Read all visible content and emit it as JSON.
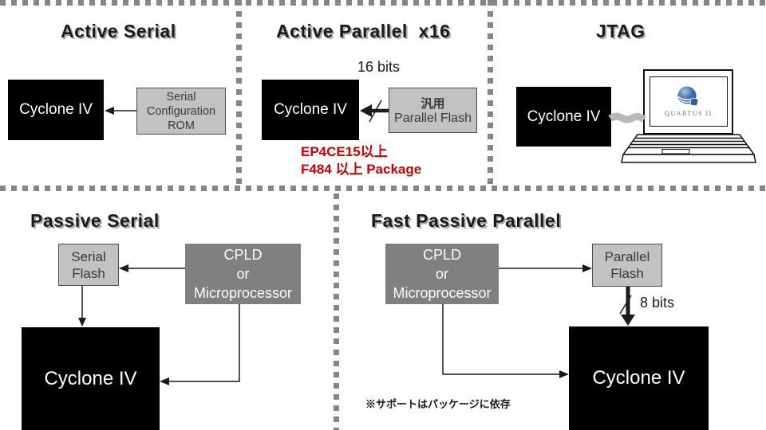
{
  "slide": {
    "topic": "Cyclone IV configuration modes"
  },
  "colors": {
    "box_black": "#000000",
    "box_light_gray": "#c2c2c2",
    "box_dark_gray": "#808080",
    "note_red": "#cc0000",
    "dash_gray": "#868686"
  },
  "sections": {
    "active_serial": {
      "title": "Active Serial",
      "fpga_label": "Cyclone IV",
      "rom_lines": [
        "Serial",
        "Configuration",
        "ROM"
      ]
    },
    "active_parallel_x16": {
      "title": "Active Parallel  x16",
      "bus_width_label": "16 bits",
      "fpga_label": "Cyclone IV",
      "flash_title": "汎用",
      "flash_subtitle": "Parallel Flash",
      "requirement_notes": [
        "EP4CE15以上",
        "F484 以上 Package"
      ]
    },
    "jtag": {
      "title": "JTAG",
      "fpga_label": "Cyclone IV",
      "software_logo": "QUARTUS II"
    },
    "passive_serial": {
      "title": "Passive Serial",
      "flash_lines": [
        "Serial",
        "Flash"
      ],
      "controller_lines": [
        "CPLD",
        "or",
        "Microprocessor"
      ],
      "fpga_label": "Cyclone IV"
    },
    "fast_passive_parallel": {
      "title": "Fast Passive Parallel",
      "controller_lines": [
        "CPLD",
        "or",
        "Microprocessor"
      ],
      "flash_lines": [
        "Parallel",
        "Flash"
      ],
      "bus_width_label": "8 bits",
      "fpga_label": "Cyclone IV",
      "footnote": "※サポートはパッケージに依存"
    }
  }
}
